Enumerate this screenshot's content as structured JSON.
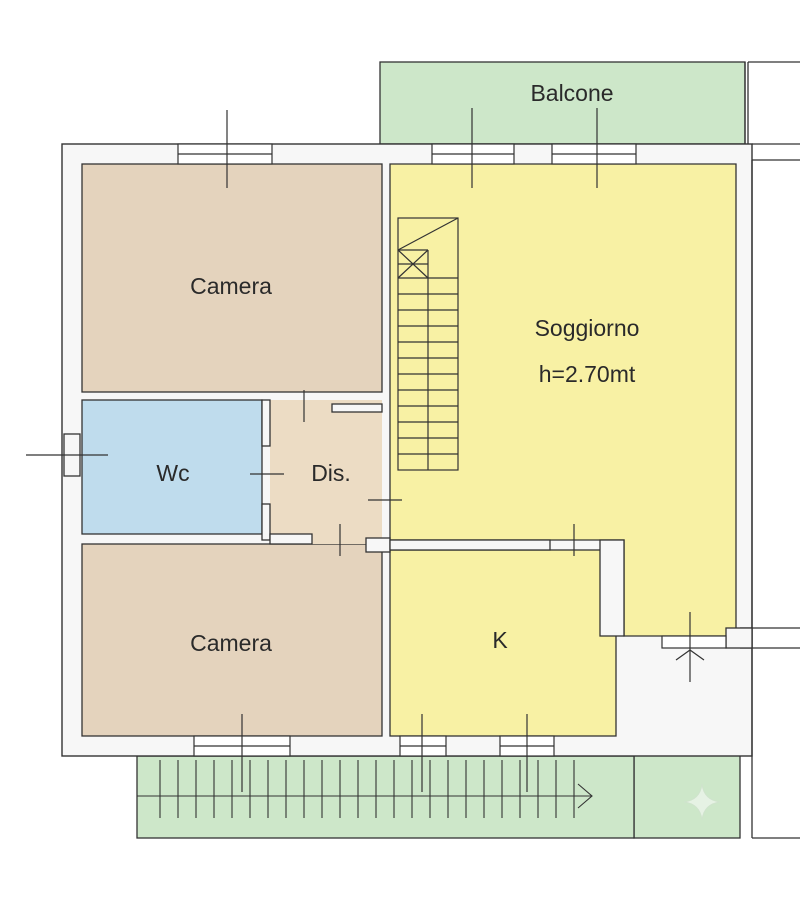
{
  "rooms": {
    "balcone": {
      "label": "Balcone"
    },
    "camera_top": {
      "label": "Camera"
    },
    "camera_bottom": {
      "label": "Camera"
    },
    "wc": {
      "label": "Wc"
    },
    "dis": {
      "label": "Dis."
    },
    "soggiorno": {
      "label": "Soggiorno",
      "height_note": "h=2.70mt"
    },
    "kitchen": {
      "label": "K"
    }
  },
  "colors": {
    "bedroom": "#e4d3bd",
    "bathroom": "#bfdced",
    "living": "#f8f1a4",
    "hall": "#ecdcc4",
    "outdoor": "#cde7c9",
    "wall": "#f7f7f7",
    "line": "#333333"
  }
}
